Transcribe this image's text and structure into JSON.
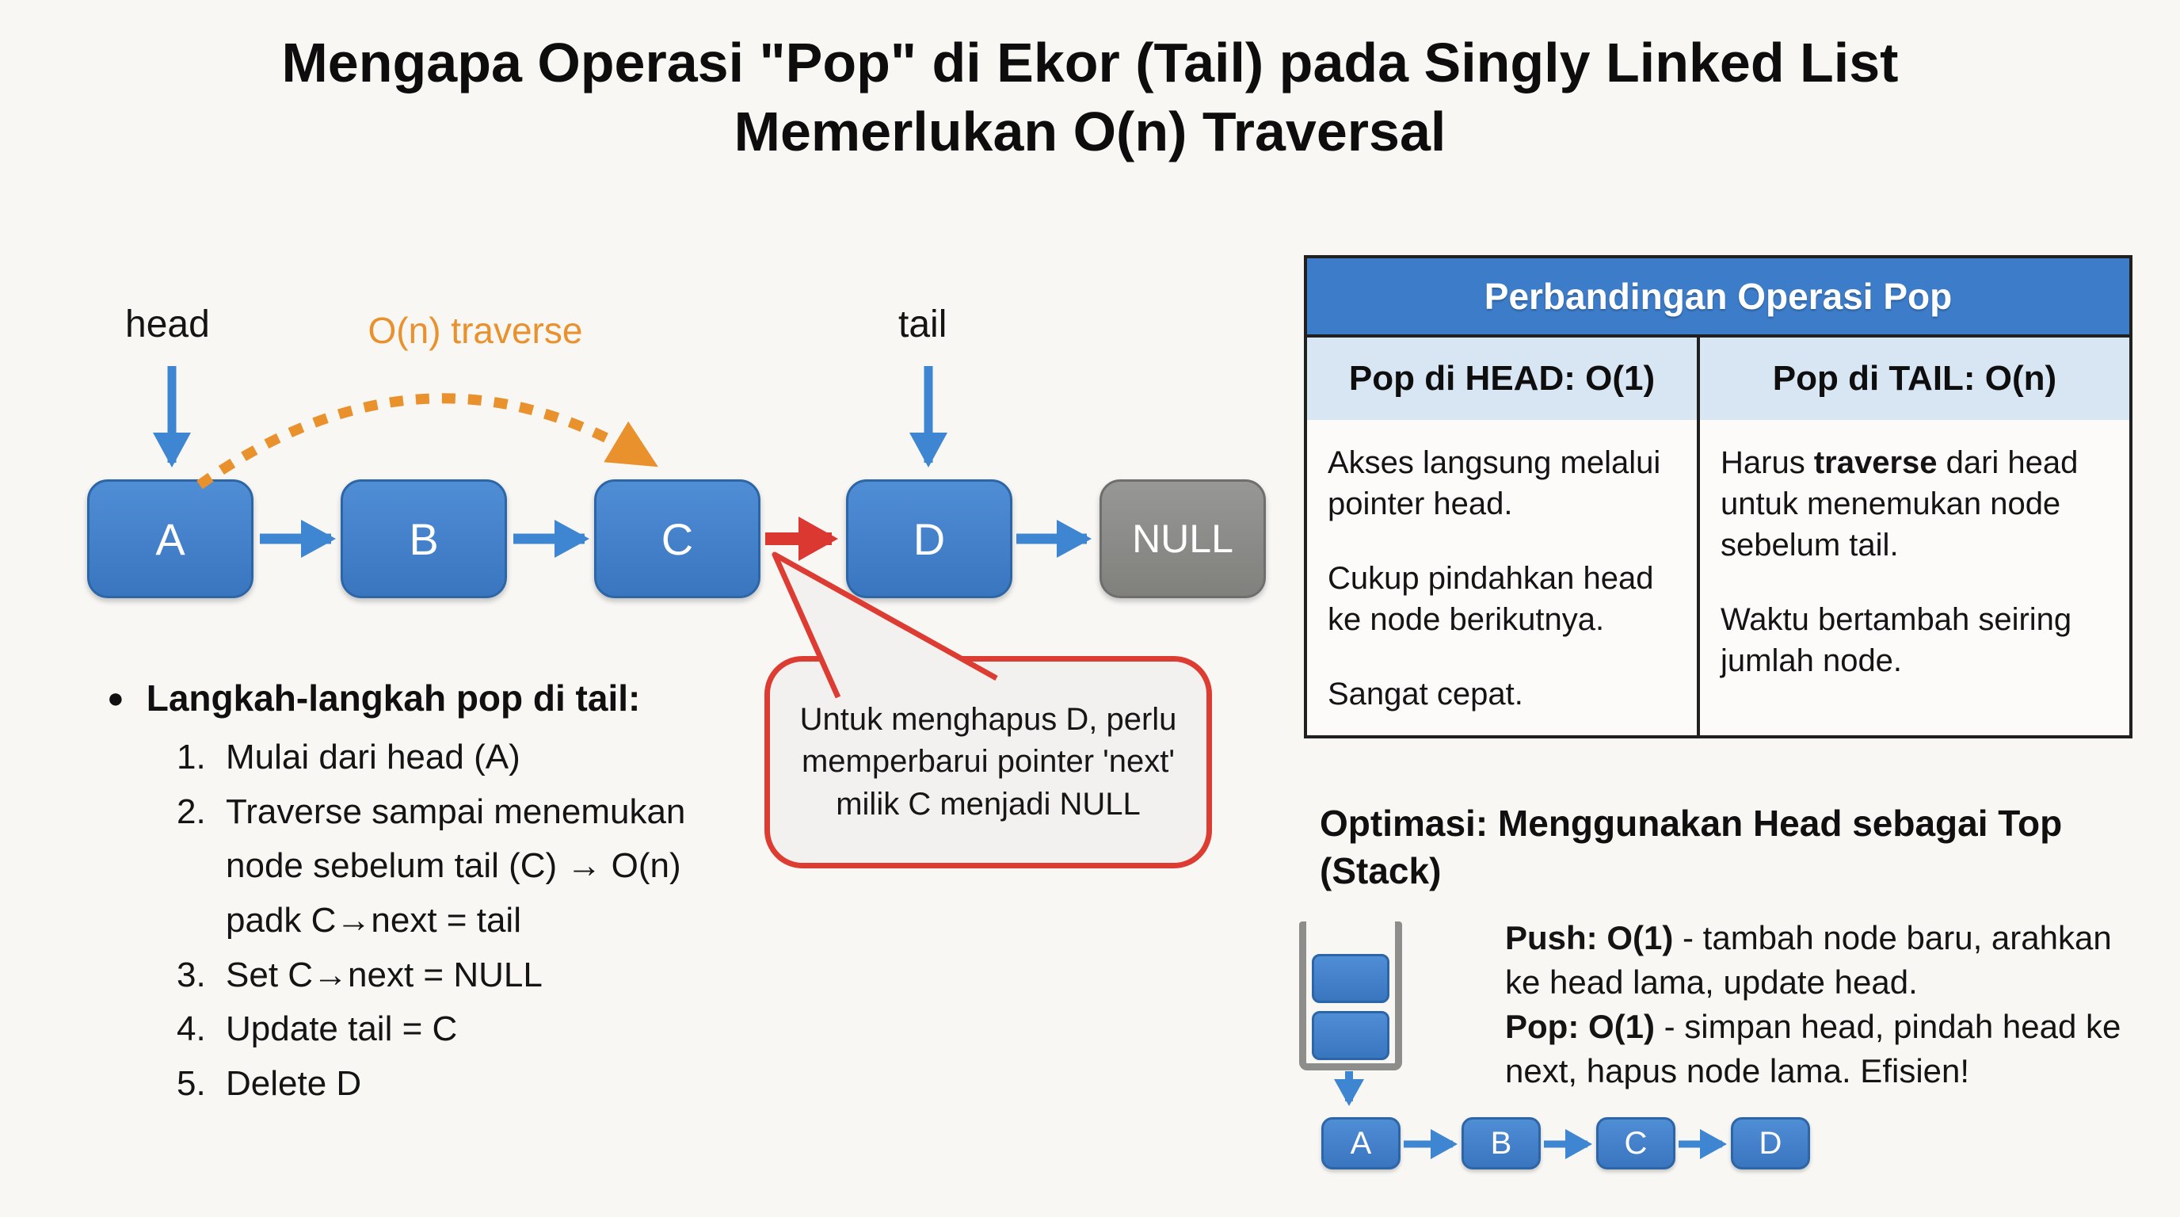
{
  "title": "Mengapa Operasi \"Pop\" di Ekor (Tail) pada Singly Linked List Memerlukan O(n) Traversal",
  "colors": {
    "node_blue": "#3f7ec7",
    "node_gray": "#8b8b89",
    "arrow_blue": "#3e86d1",
    "arrow_red": "#db3832",
    "traverse_orange": "#e8912d",
    "table_header_blue": "#3d7cc9",
    "table_subheader_blue": "#d8e6f4",
    "bubble_border_red": "#dd3c32",
    "background": "#f8f7f4"
  },
  "diagram": {
    "head_label": "head",
    "traverse_label": "O(n) traverse",
    "tail_label": "tail",
    "nodes": [
      "A",
      "B",
      "C",
      "D",
      "NULL"
    ],
    "bubble_text": "Untuk menghapus D, perlu memperbarui pointer 'next' milik C menjadi NULL"
  },
  "steps": {
    "bullet": "●",
    "heading": "Langkah-langkah pop di tail:",
    "items": [
      {
        "num": "1.",
        "text": "Mulai dari head (A)"
      },
      {
        "num": "2.",
        "text": "Traverse sampai menemukan node sebelum tail (C) → O(n) padk C→next = tail"
      },
      {
        "num": "3.",
        "text": "Set C→next = NULL"
      },
      {
        "num": "4.",
        "text": "Update tail = C"
      },
      {
        "num": "5.",
        "text": "Delete D"
      }
    ]
  },
  "comparison": {
    "title": "Perbandingan Operasi Pop",
    "col_headers": [
      "Pop di HEAD: O(1)",
      "Pop di TAIL: O(n)"
    ],
    "left_paragraphs": [
      [
        {
          "t": "Akses langsung melalui pointer head."
        }
      ],
      [
        {
          "t": "Cukup pindahkan head ke node berikutnya."
        }
      ],
      [
        {
          "t": "Sangat cepat."
        }
      ]
    ],
    "right_paragraphs": [
      [
        {
          "t": "Harus "
        },
        {
          "t": "traverse",
          "b": true
        },
        {
          "t": " dari head untuk menemukan node sebelum tail."
        }
      ],
      [
        {
          "t": "Waktu bertambah seiring jumlah node."
        }
      ]
    ]
  },
  "optimization": {
    "heading": "Optimasi: Menggunakan Head sebagai Top (Stack)",
    "push_segments": [
      {
        "t": "Push: O(1)",
        "b": true
      },
      {
        "t": " - tambah node baru, arahkan ke head lama, update head."
      }
    ],
    "pop_segments": [
      {
        "t": "Pop: O(1)",
        "b": true
      },
      {
        "t": " - simpan head, pindah head ke next, hapus node lama. Efisien!"
      }
    ],
    "stack_list": [
      "A",
      "B",
      "C",
      "D"
    ]
  }
}
